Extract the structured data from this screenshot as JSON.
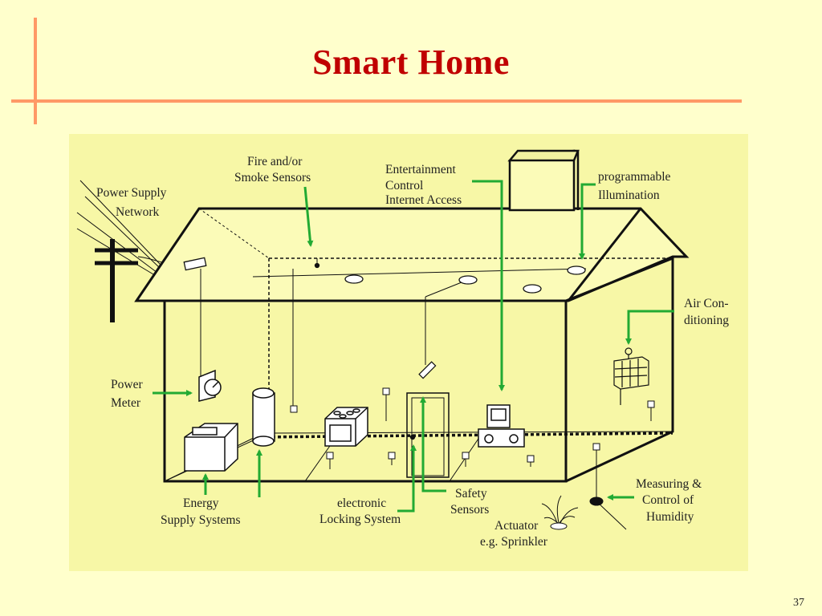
{
  "slide": {
    "title": "Smart Home",
    "page_number": "37"
  },
  "diagram": {
    "labels": {
      "power_supply_network": [
        "Power Supply",
        "Network"
      ],
      "fire_smoke_sensors": [
        "Fire and/or",
        "Smoke Sensors"
      ],
      "entertainment": [
        "Entertainment",
        "Control",
        "Internet Access"
      ],
      "programmable_illumination": [
        "programmable",
        "Illumination"
      ],
      "air_conditioning": [
        "Air Con-",
        "ditioning"
      ],
      "power_meter": [
        "Power",
        "Meter"
      ],
      "energy_supply": [
        "Energy",
        "Supply Systems"
      ],
      "electronic_locking": [
        "electronic",
        "Locking System"
      ],
      "safety_sensors": [
        "Safety",
        "Sensors"
      ],
      "actuator": [
        "Actuator",
        "e.g. Sprinkler"
      ],
      "humidity": [
        "Measuring &",
        "Control of",
        "Humidity"
      ]
    },
    "colors": {
      "arrow": "#22aa33",
      "panel": "#f7f7a6",
      "line": "#111111",
      "title": "#c00000",
      "accent_lines": "#ff9966"
    }
  }
}
